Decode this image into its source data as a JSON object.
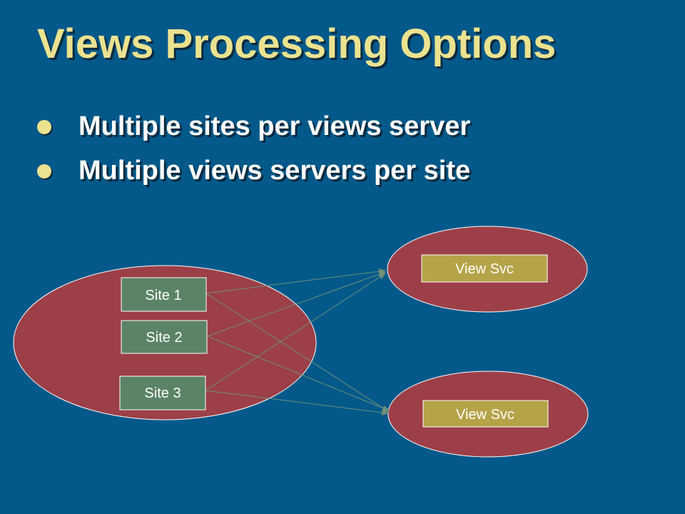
{
  "slide": {
    "title": "Views Processing Options",
    "bullets": [
      {
        "text": "Multiple sites per views server"
      },
      {
        "text": "Multiple views servers per site"
      }
    ]
  },
  "diagram": {
    "site_group": {
      "sites": [
        {
          "label": "Site 1"
        },
        {
          "label": "Site 2"
        },
        {
          "label": "Site 3"
        }
      ]
    },
    "servers": [
      {
        "label": "View Svc"
      },
      {
        "label": "View Svc"
      }
    ],
    "connections": [
      {
        "from": "Site 1",
        "to": "View Svc (top)"
      },
      {
        "from": "Site 1",
        "to": "View Svc (bottom)"
      },
      {
        "from": "Site 2",
        "to": "View Svc (top)"
      },
      {
        "from": "Site 2",
        "to": "View Svc (bottom)"
      },
      {
        "from": "Site 3",
        "to": "View Svc (top)"
      },
      {
        "from": "Site 3",
        "to": "View Svc (bottom)"
      }
    ]
  },
  "colors": {
    "background": "#02598A",
    "title": "#EBE28F",
    "ellipse_fill": "#9C3F48",
    "site_box": "#5B8466",
    "server_box": "#B5A348",
    "connector": "#6F8F78"
  }
}
